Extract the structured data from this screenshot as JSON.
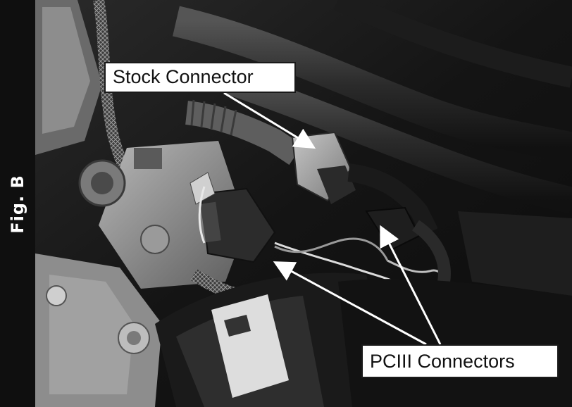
{
  "figure": {
    "label": "Fig. B"
  },
  "callouts": {
    "stock_connector": "Stock Connector",
    "pciii_connectors": "PCIII Connectors"
  },
  "colors": {
    "sidebar": "#0f0f0f",
    "callout_bg": "#ffffff",
    "callout_text": "#111111",
    "arrow": "#ffffff"
  }
}
